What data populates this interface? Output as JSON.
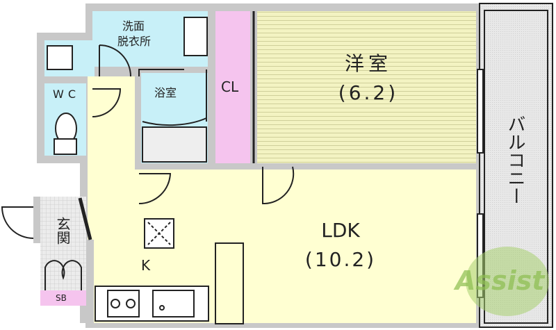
{
  "rooms": {
    "washroom": "洗面\n脱衣所",
    "washroom_line1": "洗面",
    "washroom_line2": "脱衣所",
    "wc": "WC",
    "bath": "浴室",
    "closet": "CL",
    "western_room": "洋室",
    "western_room_size": "(6.2)",
    "ldk": "LDK",
    "ldk_size": "(10.2)",
    "kitchen": "K",
    "entrance": "玄関",
    "shoe_box": "SB",
    "balcony": "バルコニー"
  },
  "watermark": "Assist",
  "colors": {
    "wall": "#c8c8c8",
    "wet_area": "#c8f0f8",
    "closet": "#f5c4ee",
    "living": "#ffffd2",
    "western": "#f3f3c2",
    "balcony": "#e6e6e6"
  }
}
